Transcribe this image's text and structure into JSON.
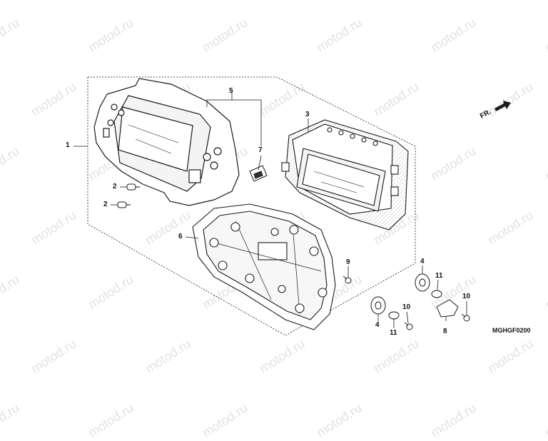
{
  "watermark": "motod.ru",
  "diagram_code": "MGHGF0200",
  "front_indicator": "FR.",
  "callouts": {
    "c1": "1",
    "c2a": "2",
    "c2b": "2",
    "c3": "3",
    "c4a": "4",
    "c4b": "4",
    "c5": "5",
    "c6": "6",
    "c7": "7",
    "c8": "8",
    "c9": "9",
    "c10a": "10",
    "c10b": "10",
    "c11a": "11",
    "c11b": "11"
  },
  "colors": {
    "line": "#1a1a1a",
    "hatch": "#c8c8c8",
    "watermark": "#e2e2e2"
  }
}
